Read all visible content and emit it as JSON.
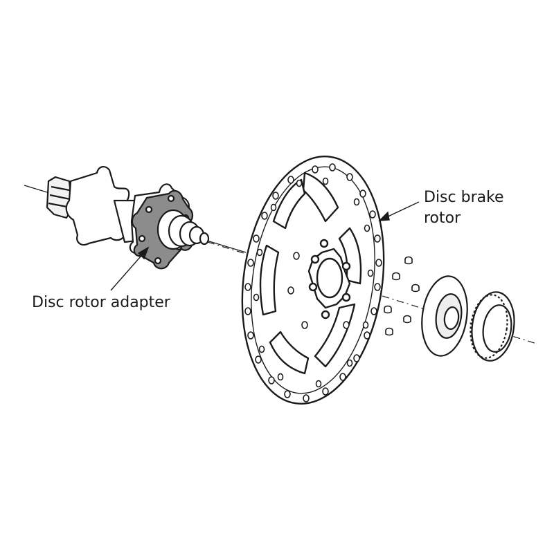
{
  "labels": {
    "rotor_line1": "Disc brake",
    "rotor_line2": "rotor",
    "adapter": "Disc rotor adapter"
  },
  "colors": {
    "line": "#1a1a1a",
    "fill": "#ffffff",
    "adapter_fill": "#8c8c8c",
    "shade": "#d9d9d9"
  },
  "icons": [
    "hub-illustration",
    "disc-rotor-illustration",
    "bolt-illustration",
    "lockring-illustration"
  ]
}
